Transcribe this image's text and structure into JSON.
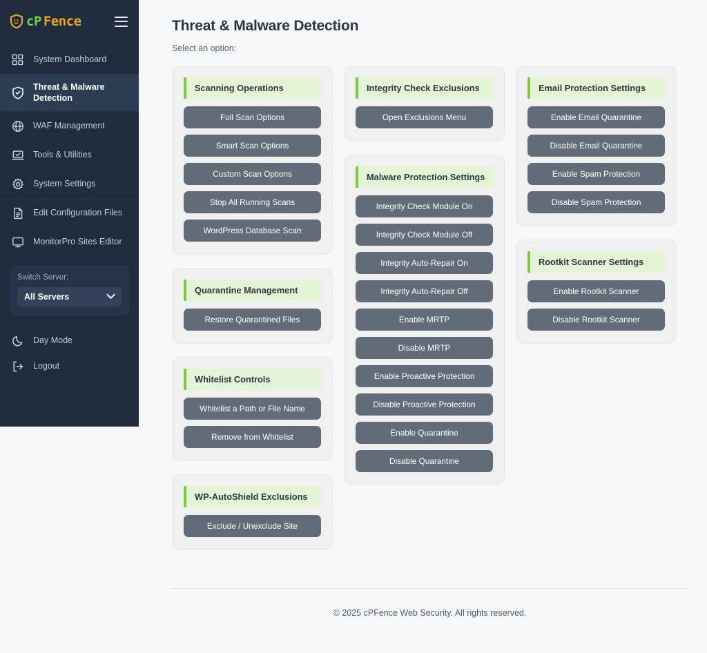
{
  "sidebar": {
    "logo": {
      "cp": "cP",
      "fence": "Fence",
      "icon": "shield-icon"
    },
    "menu_icon": "hamburger-menu-icon",
    "items": [
      {
        "label": "System Dashboard",
        "icon": "grid-dashboard-icon",
        "active": false
      },
      {
        "label": "Threat & Malware\nDetection",
        "icon": "shield-check-icon",
        "active": true
      },
      {
        "label": "WAF Management",
        "icon": "globe-icon",
        "active": false
      },
      {
        "label": "Tools & Utilities",
        "icon": "laptop-check-icon",
        "active": false
      },
      {
        "label": "System Settings",
        "icon": "gear-icon",
        "active": false
      },
      {
        "label": "Edit Configuration Files",
        "icon": "file-lines-icon",
        "active": false
      },
      {
        "label": "MonitorPro Sites Editor",
        "icon": "monitor-icon",
        "active": false
      }
    ],
    "server_switch": {
      "label": "Switch Server:",
      "selected": "All Servers",
      "chevron_icon": "chevron-down-icon"
    },
    "bottom_items": [
      {
        "label": "Day Mode",
        "icon": "moon-icon"
      },
      {
        "label": "Logout",
        "icon": "logout-arrow-icon"
      }
    ]
  },
  "main": {
    "title": "Threat & Malware Detection",
    "subtitle": "Select an option:",
    "columns": [
      {
        "cards": [
          {
            "title": "Scanning Operations",
            "buttons": [
              "Full Scan Options",
              "Smart Scan Options",
              "Custom Scan Options",
              "Stop All Running Scans",
              "WordPress Database Scan"
            ]
          },
          {
            "title": "Quarantine Management",
            "buttons": [
              "Restore Quarantined Files"
            ]
          },
          {
            "title": "Whitelist Controls",
            "buttons": [
              "Whitelist a Path or File Name",
              "Remove from Whitelist"
            ]
          },
          {
            "title": "WP-AutoShield Exclusions",
            "buttons": [
              "Exclude / Unexclude Site"
            ]
          }
        ]
      },
      {
        "cards": [
          {
            "title": "Integrity Check Exclusions",
            "buttons": [
              "Open Exclusions Menu"
            ]
          },
          {
            "title": "Malware Protection Settings",
            "buttons": [
              "Integrity Check Module On",
              "Integrity Check Module Off",
              "Integrity Auto-Repair On",
              "Integrity Auto-Repair Off",
              "Enable MRTP",
              "Disable MRTP",
              "Enable Proactive Protection",
              "Disable Proactive Protection",
              "Enable Quarantine",
              "Disable Quarantine"
            ]
          }
        ]
      },
      {
        "cards": [
          {
            "title": "Email Protection Settings",
            "buttons": [
              "Enable Email Quarantine",
              "Disable Email Quarantine",
              "Enable Spam Protection",
              "Disable Spam Protection"
            ]
          },
          {
            "title": "Rootkit Scanner Settings",
            "buttons": [
              "Enable Rootkit Scanner",
              "Disable Rootkit Scanner"
            ]
          }
        ]
      }
    ]
  },
  "footer": {
    "text": "© 2025 cPFence Web Security. All rights reserved."
  },
  "colors": {
    "sidebar_bg": "#1f2c3d",
    "sidebar_active": "#2c3d53",
    "page_bg": "#f7f8fa",
    "card_bg": "#f0f0f0",
    "card_header_bg": "#e3f5d5",
    "accent_green": "#7ac943",
    "button_bg": "#626b78",
    "logo_green": "#6fd44a",
    "logo_orange": "#f0a422"
  }
}
